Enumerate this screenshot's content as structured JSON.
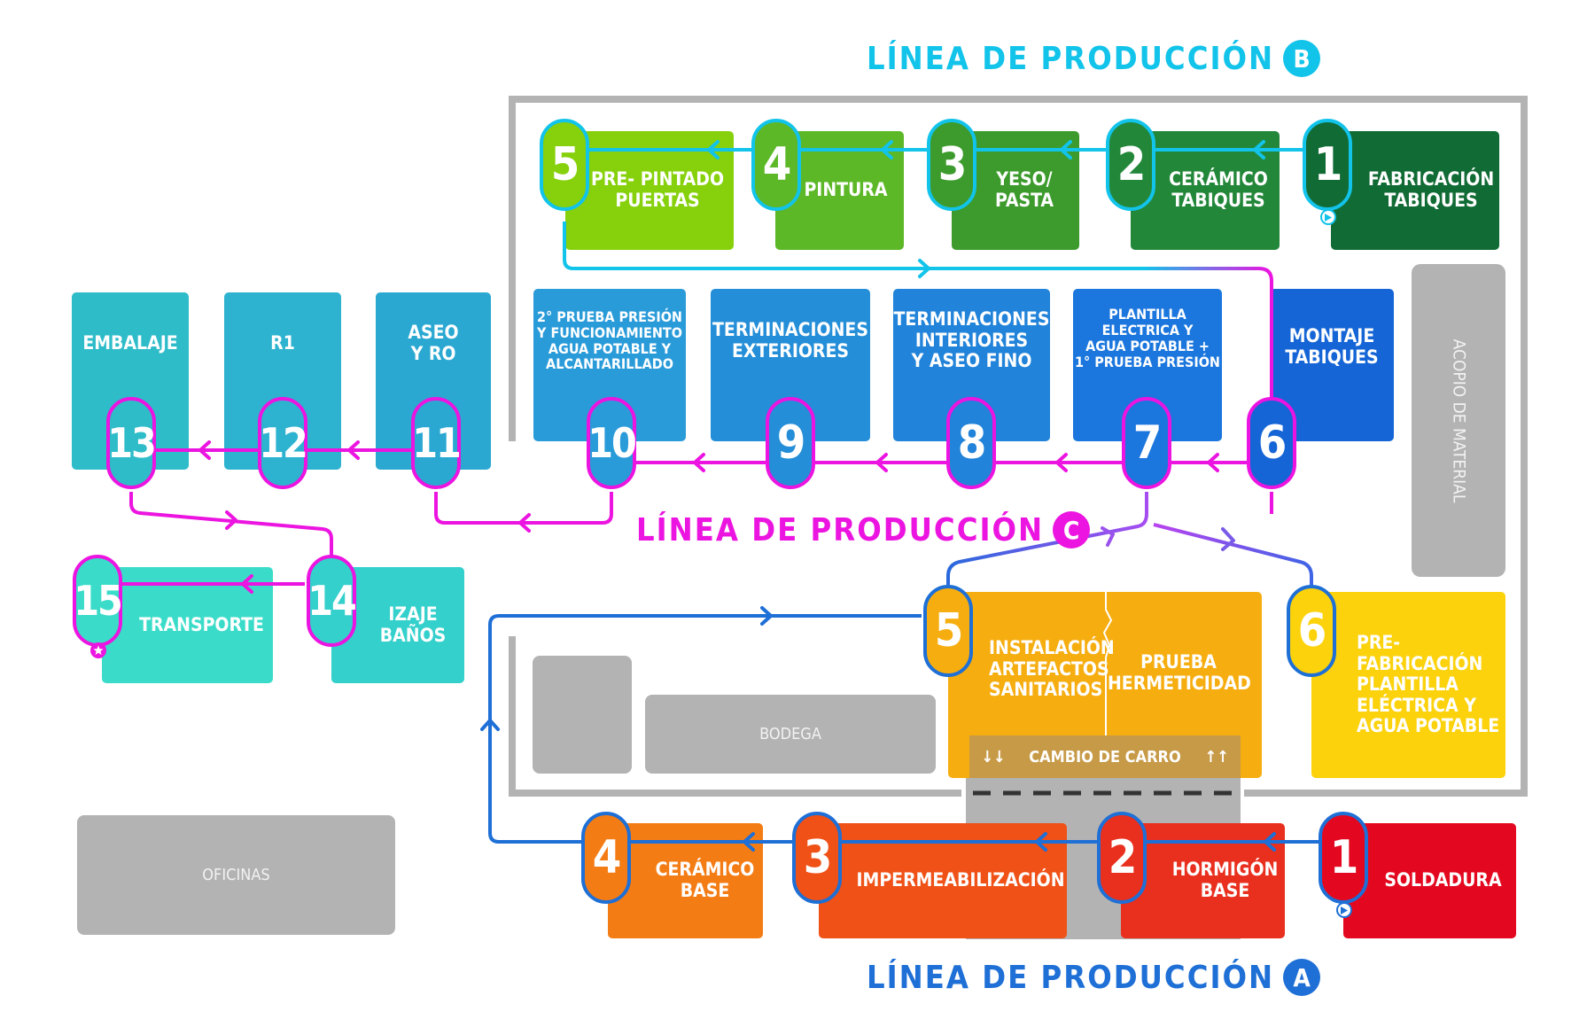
{
  "titles": {
    "a": {
      "text": "LÍNEA DE PRODUCCIÓN",
      "letter": "A",
      "color": "#1e6fd6"
    },
    "b": {
      "text": "LÍNEA DE PRODUCCIÓN",
      "letter": "B",
      "color": "#12c3ea"
    },
    "c": {
      "text": "LÍNEA DE PRODUCCIÓN",
      "letter": "C",
      "color": "#ec14e0"
    }
  },
  "line_b": [
    {
      "num": "1",
      "label": "FABRICACIÓN\nTABIQUES",
      "color": "#116b35"
    },
    {
      "num": "2",
      "label": "CERÁMICO\nTABIQUES",
      "color": "#23873a"
    },
    {
      "num": "3",
      "label": "YESO/\nPASTA",
      "color": "#3c9b2c"
    },
    {
      "num": "4",
      "label": "PINTURA",
      "color": "#5cb827"
    },
    {
      "num": "5",
      "label": "PRE- PINTADO\nPUERTAS",
      "color": "#86d10c"
    }
  ],
  "line_c": [
    {
      "num": "6",
      "label": "MONTAJE\nTABIQUES",
      "color": "#1565d6"
    },
    {
      "num": "7",
      "label": "PLANTILLA\nELECTRICA Y\nAGUA POTABLE +\n1° PRUEBA PRESIÓN",
      "color": "#1b76dd"
    },
    {
      "num": "8",
      "label": "TERMINACIONES\nINTERIORES\nY ASEO FINO",
      "color": "#2183d9"
    },
    {
      "num": "9",
      "label": "TERMINACIONES\nEXTERIORES",
      "color": "#248ed8"
    },
    {
      "num": "10",
      "label": "2° PRUEBA PRESIÓN\nY FUNCIONAMIENTO\nAGUA POTABLE Y\nALCANTARILLADO",
      "color": "#2a9bd9"
    },
    {
      "num": "11",
      "label": "ASEO\nY RO",
      "color": "#2aa8d2"
    },
    {
      "num": "12",
      "label": "R1",
      "color": "#2db3d0"
    },
    {
      "num": "13",
      "label": "EMBALAJE",
      "color": "#2ebcc9"
    },
    {
      "num": "14",
      "label": "IZAJE\nBAÑOS",
      "color": "#34d0cc"
    },
    {
      "num": "15",
      "label": "TRANSPORTE",
      "color": "#3adcc9"
    }
  ],
  "line_a": [
    {
      "num": "1",
      "label": "SOLDADURA",
      "color": "#e3081f"
    },
    {
      "num": "2",
      "label": "HORMIGÓN\nBASE",
      "color": "#e92f1e"
    },
    {
      "num": "3",
      "label": "IMPERMEABILIZACIÓN",
      "color": "#ef5117"
    },
    {
      "num": "4",
      "label": "CERÁMICO\nBASE",
      "color": "#f47c15"
    },
    {
      "num": "5",
      "label": "INSTALACIÓN\nARTEFACTOS\nSANITARIOS",
      "label2": "PRUEBA\nHERMETICIDAD",
      "color": "#f6ad10"
    },
    {
      "num": "6",
      "label": "PRE-\nFABRICACIÓN\nPLANTILLA\nELÉCTRICA Y\nAGUA POTABLE",
      "color": "#fbd20b"
    }
  ],
  "areas": {
    "acopio": "ACOPIO DE MATERIAL",
    "bodega": "BODEGA",
    "oficinas": "OFICINAS",
    "cambio": "CAMBIO DE CARRO",
    "cambio_left": "↓↓",
    "cambio_right": "↑↑"
  },
  "colors": {
    "line_a": "#1e6fd6",
    "line_b": "#12c3ea",
    "line_c": "#ec14e0",
    "grey_area": "#b3b3b3",
    "frame": "#b3b3b3"
  }
}
